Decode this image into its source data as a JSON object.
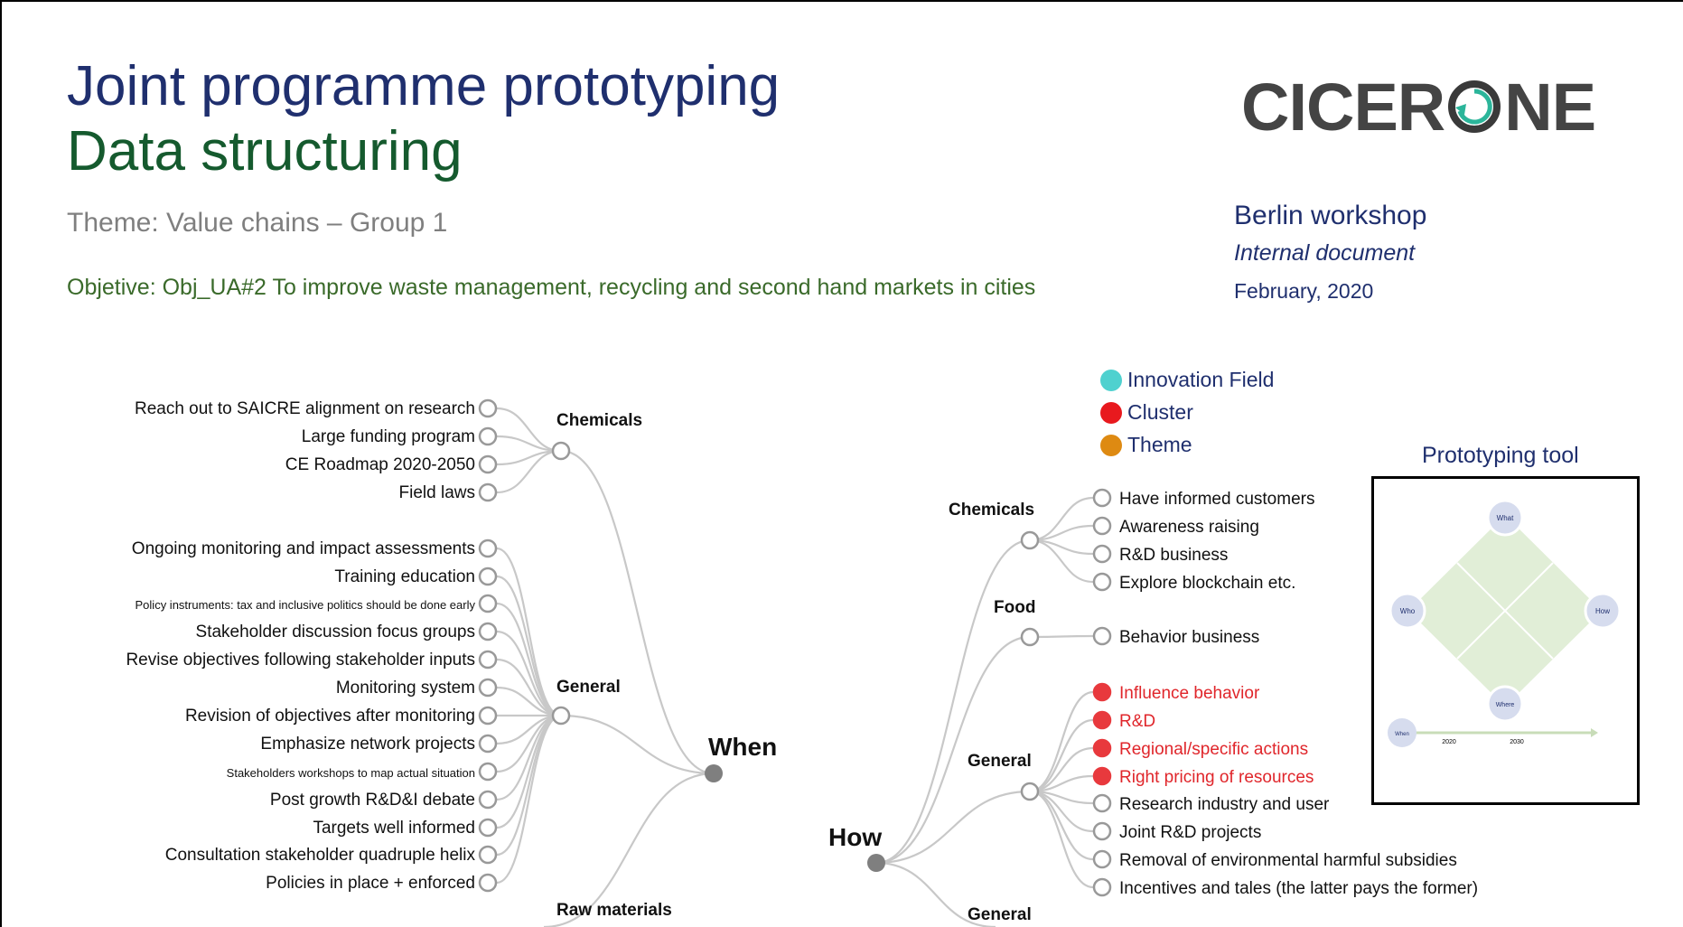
{
  "header": {
    "title_line1": "Joint programme prototyping",
    "title_line2": "Data structuring",
    "theme": "Theme: Value chains – Group 1",
    "objective": "Objetive: Obj_UA#2 To improve waste management, recycling and second hand markets in cities",
    "logo_text_left": "CICER",
    "logo_text_right": "NE",
    "logo_full": "CICERONE",
    "workshop": "Berlin workshop",
    "doc_type": "Internal document",
    "date": "February, 2020"
  },
  "legend": [
    {
      "label": "Innovation Field",
      "color": "#4fd1cf"
    },
    {
      "label": "Cluster",
      "color": "#e8191e"
    },
    {
      "label": "Theme",
      "color": "#de8a12"
    }
  ],
  "prototyping_tool": {
    "title": "Prototyping tool",
    "nodes": {
      "what": "What",
      "who": "Who",
      "how": "How",
      "where": "Where",
      "when": "When"
    },
    "timeline": [
      "2020",
      "2030"
    ]
  },
  "left_tree": {
    "root": "When",
    "groups": [
      {
        "label": "Chemicals",
        "items": [
          {
            "label": "Reach out to SAICRE alignment on research"
          },
          {
            "label": "Large funding program"
          },
          {
            "label": "CE Roadmap 2020-2050"
          },
          {
            "label": "Field laws"
          }
        ]
      },
      {
        "label": "General",
        "items": [
          {
            "label": "Ongoing monitoring and impact assessments"
          },
          {
            "label": "Training education"
          },
          {
            "label": "Policy instruments: tax and inclusive politics should be done early"
          },
          {
            "label": "Stakeholder discussion focus groups"
          },
          {
            "label": "Revise objectives following stakeholder inputs"
          },
          {
            "label": "Monitoring system"
          },
          {
            "label": "Revision of objectives after monitoring"
          },
          {
            "label": "Emphasize network projects"
          },
          {
            "label": "Stakeholders workshops to map actual situation"
          },
          {
            "label": "Post growth R&D&I debate"
          },
          {
            "label": "Targets well informed"
          },
          {
            "label": "Consultation stakeholder quadruple helix"
          },
          {
            "label": "Policies in place + enforced"
          }
        ]
      },
      {
        "label": "Raw materials",
        "items": []
      }
    ]
  },
  "right_tree": {
    "root": "How",
    "groups": [
      {
        "label": "Chemicals",
        "items": [
          {
            "label": "Have informed customers"
          },
          {
            "label": "Awareness raising"
          },
          {
            "label": "R&D business"
          },
          {
            "label": "Explore blockchain etc."
          }
        ]
      },
      {
        "label": "Food",
        "items": [
          {
            "label": "Behavior business"
          }
        ]
      },
      {
        "label": "General",
        "items": [
          {
            "label": "Influence behavior",
            "type": "cluster"
          },
          {
            "label": "R&D",
            "type": "cluster"
          },
          {
            "label": "Regional/specific actions",
            "type": "cluster"
          },
          {
            "label": "Right pricing of resources",
            "type": "cluster"
          },
          {
            "label": "Research industry and user"
          },
          {
            "label": "Joint R&D projects"
          },
          {
            "label": "Removal of environmental harmful subsidies"
          },
          {
            "label": "Incentives and tales (the latter pays the former)"
          }
        ]
      },
      {
        "label": "General",
        "items": []
      }
    ]
  },
  "colors": {
    "line": "#c8c8c8",
    "node": "#7f7f7f",
    "cluster": "#e8191e",
    "navy": "#1f2f6e",
    "green": "#155a2e"
  }
}
